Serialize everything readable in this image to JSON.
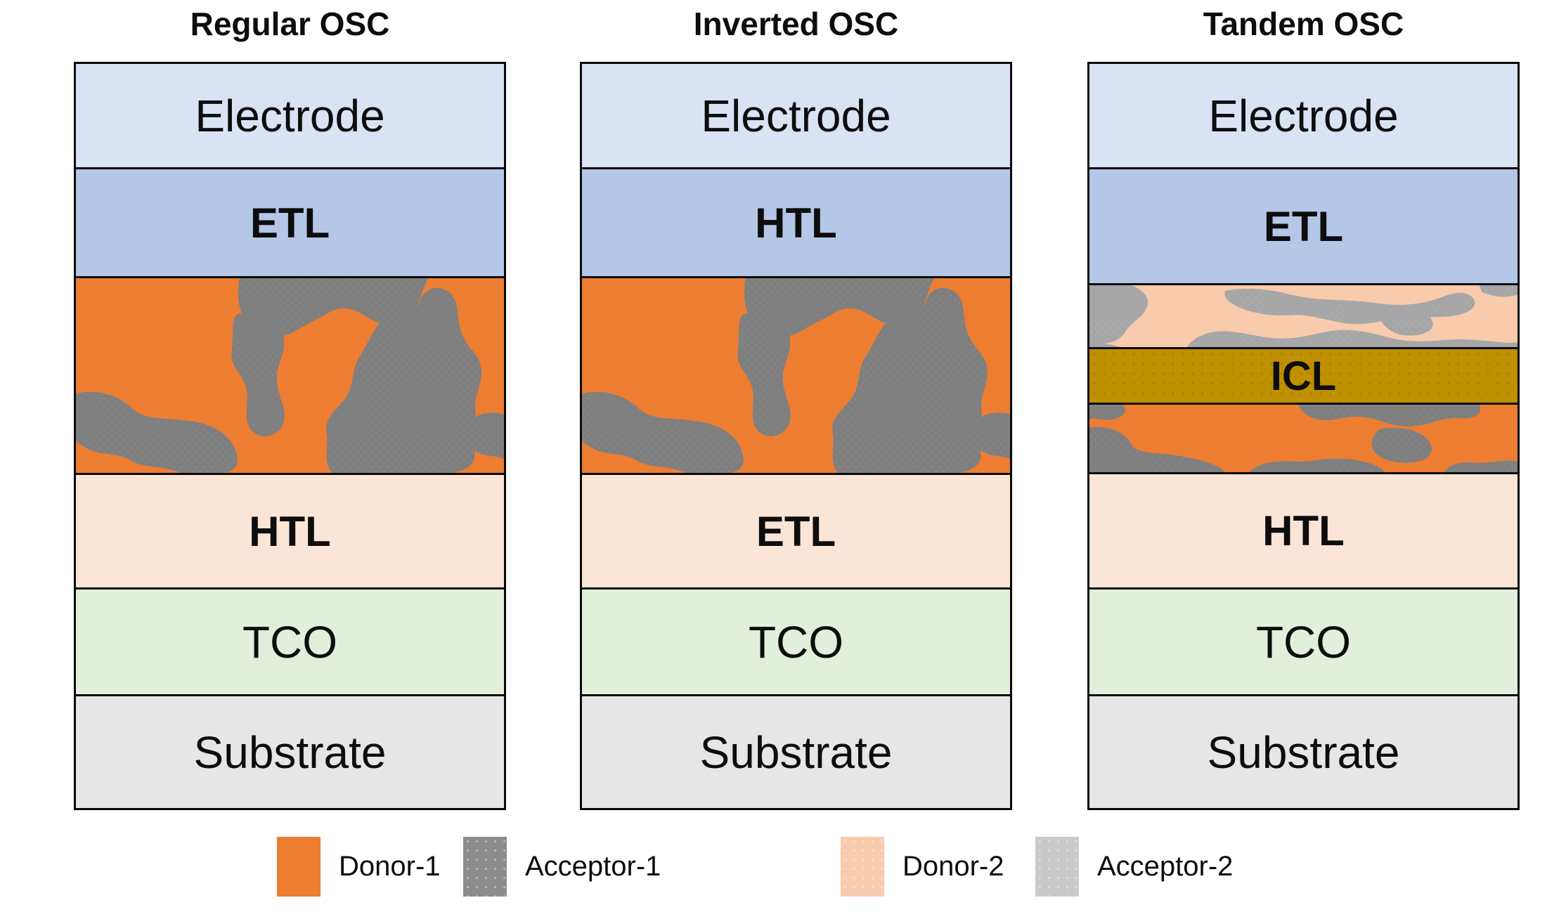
{
  "panels": [
    {
      "title": "Regular OSC",
      "layers": [
        {
          "label": "Electrode",
          "bg": "#DAE3F3",
          "bold": false
        },
        {
          "label": "ETL",
          "bg": "#B4C7E7",
          "bold": true
        },
        {
          "label": "",
          "blend_of": [
            "Donor-1",
            "Acceptor-1"
          ],
          "colors": [
            "#ED7D31",
            "#7F7F7F"
          ]
        },
        {
          "label": "HTL",
          "bg": "#FBE5D6",
          "bold": true
        },
        {
          "label": "TCO",
          "bg": "#E2EFDA",
          "bold": false
        },
        {
          "label": "Substrate",
          "bg": "#E7E6E6",
          "bold": false
        }
      ]
    },
    {
      "title": "Inverted OSC",
      "layers": [
        {
          "label": "Electrode",
          "bg": "#DAE3F3",
          "bold": false
        },
        {
          "label": "HTL",
          "bg": "#B4C7E7",
          "bold": true
        },
        {
          "label": "",
          "blend_of": [
            "Donor-1",
            "Acceptor-1"
          ],
          "colors": [
            "#ED7D31",
            "#7F7F7F"
          ]
        },
        {
          "label": "ETL",
          "bg": "#FBE5D6",
          "bold": true
        },
        {
          "label": "TCO",
          "bg": "#E2EFDA",
          "bold": false
        },
        {
          "label": "Substrate",
          "bg": "#E7E6E6",
          "bold": false
        }
      ]
    },
    {
      "title": "Tandem OSC",
      "layers": [
        {
          "label": "Electrode",
          "bg": "#DAE3F3",
          "bold": false
        },
        {
          "label": "ETL",
          "bg": "#B4C7E7",
          "bold": true
        },
        {
          "label": "",
          "blend_of": [
            "Donor-2",
            "Acceptor-2"
          ],
          "colors": [
            "#F8CBAD",
            "#A6A6A6"
          ]
        },
        {
          "label": "ICL",
          "bg": "#BF9000",
          "bold": true
        },
        {
          "label": "",
          "blend_of": [
            "Donor-1",
            "Acceptor-1"
          ],
          "colors": [
            "#ED7D31",
            "#7F7F7F"
          ]
        },
        {
          "label": "HTL",
          "bg": "#FBE5D6",
          "bold": true
        },
        {
          "label": "TCO",
          "bg": "#E2EFDA",
          "bold": false
        },
        {
          "label": "Substrate",
          "bg": "#E7E6E6",
          "bold": false
        }
      ]
    }
  ],
  "legend": [
    {
      "label": "Donor-1",
      "color": "#ED7D31",
      "textured": false
    },
    {
      "label": "Acceptor-1",
      "color": "#8C8C8C",
      "textured": true
    },
    {
      "label": "Donor-2",
      "color": "#F8CBAD",
      "textured": true
    },
    {
      "label": "Acceptor-2",
      "color": "#C9C9C9",
      "textured": true
    }
  ],
  "colors": {
    "electrode": "#DAE3F3",
    "etl_htl_blue": "#B4C7E7",
    "etl_htl_peach": "#FBE5D6",
    "tco": "#E2EFDA",
    "substrate": "#E7E6E6",
    "icl": "#BF9000",
    "donor1": "#ED7D31",
    "acceptor1": "#7F7F7F",
    "donor2": "#F8CBAD",
    "acceptor2": "#A6A6A6",
    "border": "#0a0a0a"
  }
}
